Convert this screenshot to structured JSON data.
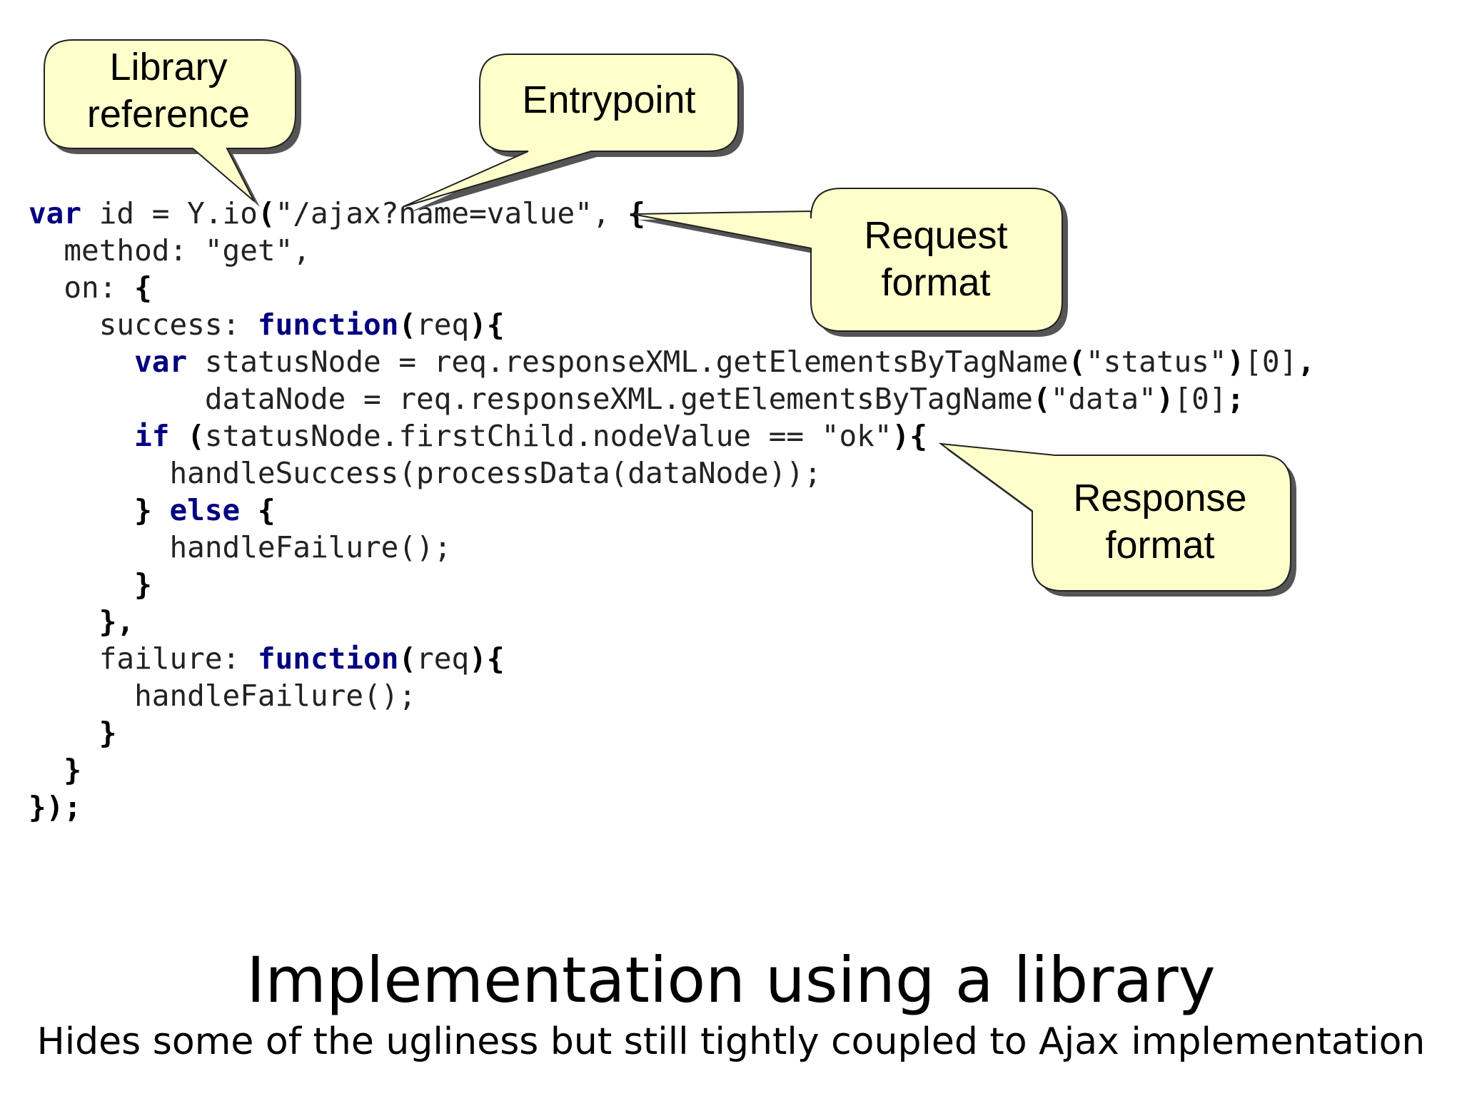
{
  "colors": {
    "callout_fill": "#ffffcc",
    "callout_border": "#222222",
    "callout_shadow": "#555555",
    "keyword": "#000080",
    "code_text": "#222222"
  },
  "code": {
    "lines": [
      [
        {
          "t": "var",
          "c": "kw"
        },
        {
          "t": " id = Y.io",
          "c": "t"
        },
        {
          "t": "(",
          "c": "p"
        },
        {
          "t": "\"/ajax?name=value\", ",
          "c": "t"
        },
        {
          "t": "{",
          "c": "p"
        }
      ],
      [
        {
          "t": "  method: \"get\",",
          "c": "t"
        }
      ],
      [
        {
          "t": "  on: ",
          "c": "t"
        },
        {
          "t": "{",
          "c": "p"
        }
      ],
      [
        {
          "t": "    success: ",
          "c": "t"
        },
        {
          "t": "function",
          "c": "kw"
        },
        {
          "t": "(",
          "c": "p"
        },
        {
          "t": "req",
          "c": "t"
        },
        {
          "t": "){",
          "c": "p"
        }
      ],
      [
        {
          "t": "      ",
          "c": "t"
        },
        {
          "t": "var",
          "c": "kw"
        },
        {
          "t": " statusNode = req.responseXML.getElementsByTagName",
          "c": "t"
        },
        {
          "t": "(",
          "c": "p"
        },
        {
          "t": "\"status\"",
          "c": "t"
        },
        {
          "t": ")",
          "c": "p"
        },
        {
          "t": "[0]",
          "c": "t"
        },
        {
          "t": ",",
          "c": "p"
        }
      ],
      [
        {
          "t": "          dataNode = req.responseXML.getElementsByTagName",
          "c": "t"
        },
        {
          "t": "(",
          "c": "p"
        },
        {
          "t": "\"data\"",
          "c": "t"
        },
        {
          "t": ")",
          "c": "p"
        },
        {
          "t": "[0]",
          "c": "t"
        },
        {
          "t": ";",
          "c": "p"
        }
      ],
      [
        {
          "t": "      ",
          "c": "t"
        },
        {
          "t": "if",
          "c": "kw"
        },
        {
          "t": " ",
          "c": "t"
        },
        {
          "t": "(",
          "c": "p"
        },
        {
          "t": "statusNode.firstChild.nodeValue == \"ok\"",
          "c": "t"
        },
        {
          "t": "){",
          "c": "p"
        }
      ],
      [
        {
          "t": "        handleSuccess(processData(dataNode));",
          "c": "t"
        }
      ],
      [
        {
          "t": "      ",
          "c": "t"
        },
        {
          "t": "}",
          "c": "p"
        },
        {
          "t": " ",
          "c": "t"
        },
        {
          "t": "else",
          "c": "kw"
        },
        {
          "t": " ",
          "c": "t"
        },
        {
          "t": "{",
          "c": "p"
        }
      ],
      [
        {
          "t": "        handleFailure();",
          "c": "t"
        }
      ],
      [
        {
          "t": "      ",
          "c": "t"
        },
        {
          "t": "}",
          "c": "p"
        }
      ],
      [
        {
          "t": "    ",
          "c": "t"
        },
        {
          "t": "},",
          "c": "p"
        }
      ],
      [
        {
          "t": "    failure: ",
          "c": "t"
        },
        {
          "t": "function",
          "c": "kw"
        },
        {
          "t": "(",
          "c": "p"
        },
        {
          "t": "req",
          "c": "t"
        },
        {
          "t": "){",
          "c": "p"
        }
      ],
      [
        {
          "t": "      handleFailure();",
          "c": "t"
        }
      ],
      [
        {
          "t": "    ",
          "c": "t"
        },
        {
          "t": "}",
          "c": "p"
        }
      ],
      [
        {
          "t": "  ",
          "c": "t"
        },
        {
          "t": "}",
          "c": "p"
        }
      ],
      [
        {
          "t": "});",
          "c": "p"
        }
      ]
    ]
  },
  "callouts": {
    "library": "Library\nreference",
    "entrypoint": "Entrypoint",
    "request": "Request\nformat",
    "response": "Response\nformat"
  },
  "title": "Implementation using a library",
  "subtitle": "Hides some of the ugliness but still tightly coupled to Ajax implementation"
}
